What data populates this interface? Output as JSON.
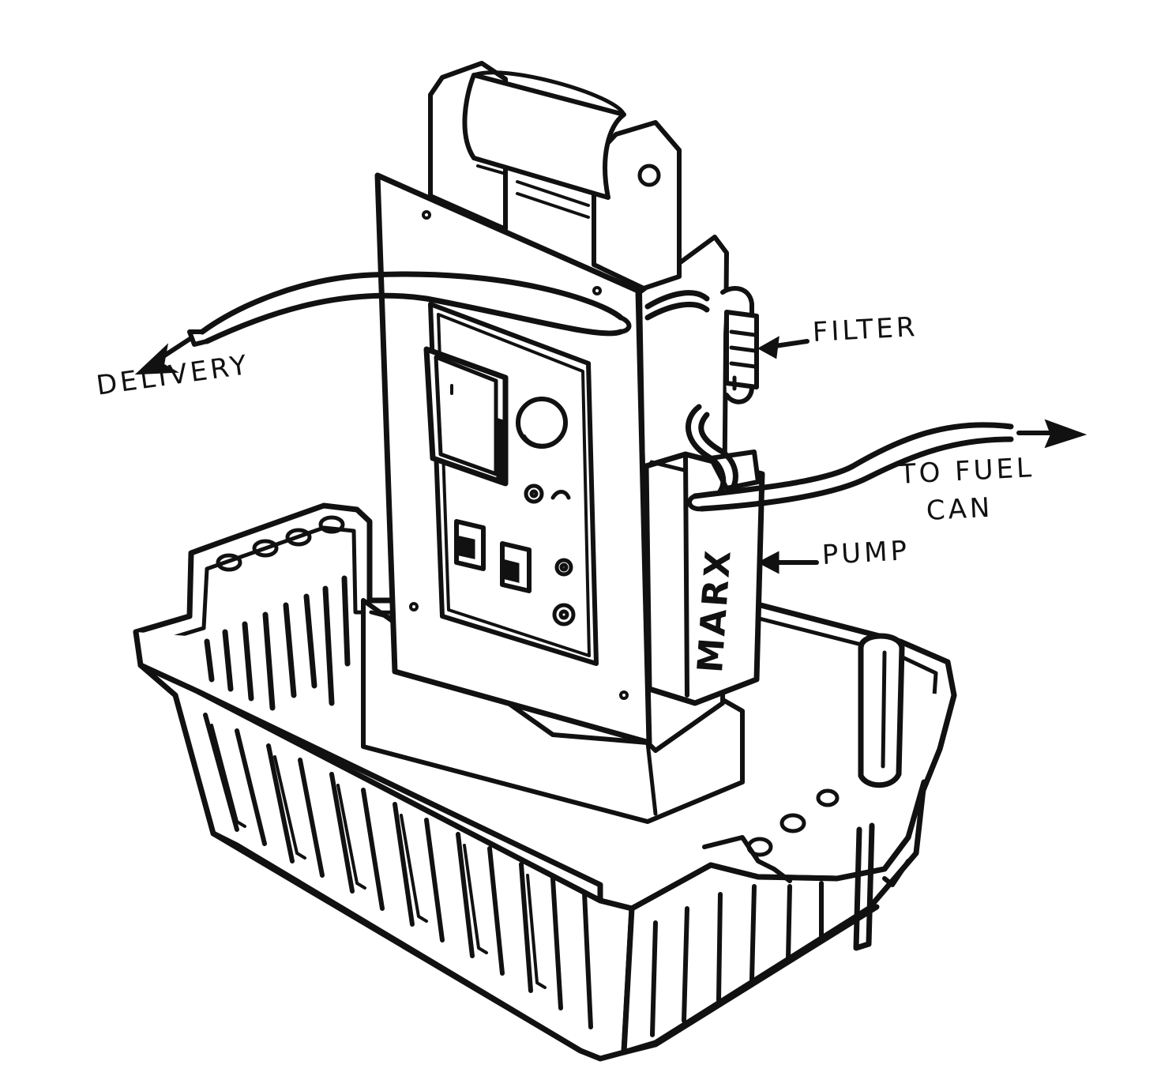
{
  "labels": {
    "delivery": "DELIVERY",
    "filter": "FILTER",
    "to_fuel_can_line1": "TO FUEL",
    "to_fuel_can_line2": "CAN",
    "pump": "PUMP"
  },
  "pump_brand": "MARX",
  "colors": {
    "ink": "#111111",
    "paper": "#ffffff"
  }
}
